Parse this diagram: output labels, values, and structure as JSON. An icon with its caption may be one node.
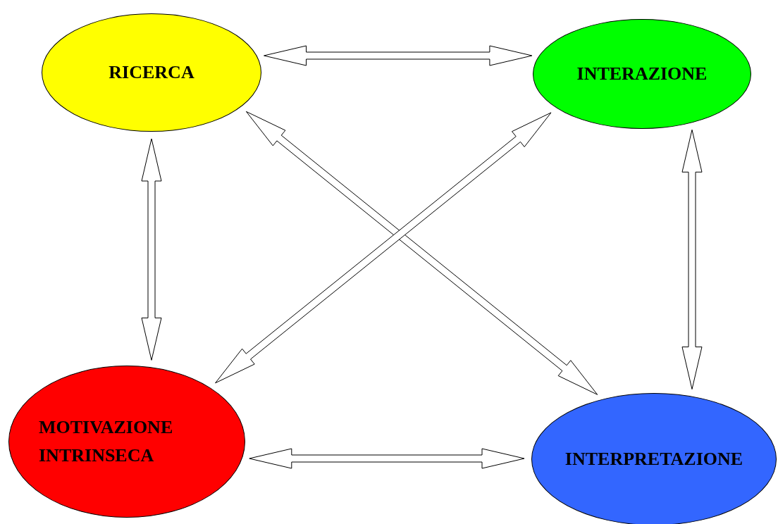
{
  "diagram": {
    "nodes": [
      {
        "text": [
          "RICERCA"
        ]
      },
      {
        "text": [
          "INTERAZIONE"
        ]
      },
      {
        "text": [
          "MOTIVAZIONE INTRINSECA"
        ]
      },
      {
        "text": [
          "INTERPRETAZIONE"
        ]
      }
    ],
    "edges": [
      {
        "from": 0,
        "to": 1,
        "arrow": "both"
      },
      {
        "from": 0,
        "to": 2,
        "arrow": "both"
      },
      {
        "from": 0,
        "to": 3,
        "arrow": "both"
      },
      {
        "from": 1,
        "to": 2,
        "arrow": "both"
      },
      {
        "from": 1,
        "to": 3,
        "arrow": "both"
      },
      {
        "from": 2,
        "to": 3,
        "arrow": "both"
      }
    ]
  }
}
